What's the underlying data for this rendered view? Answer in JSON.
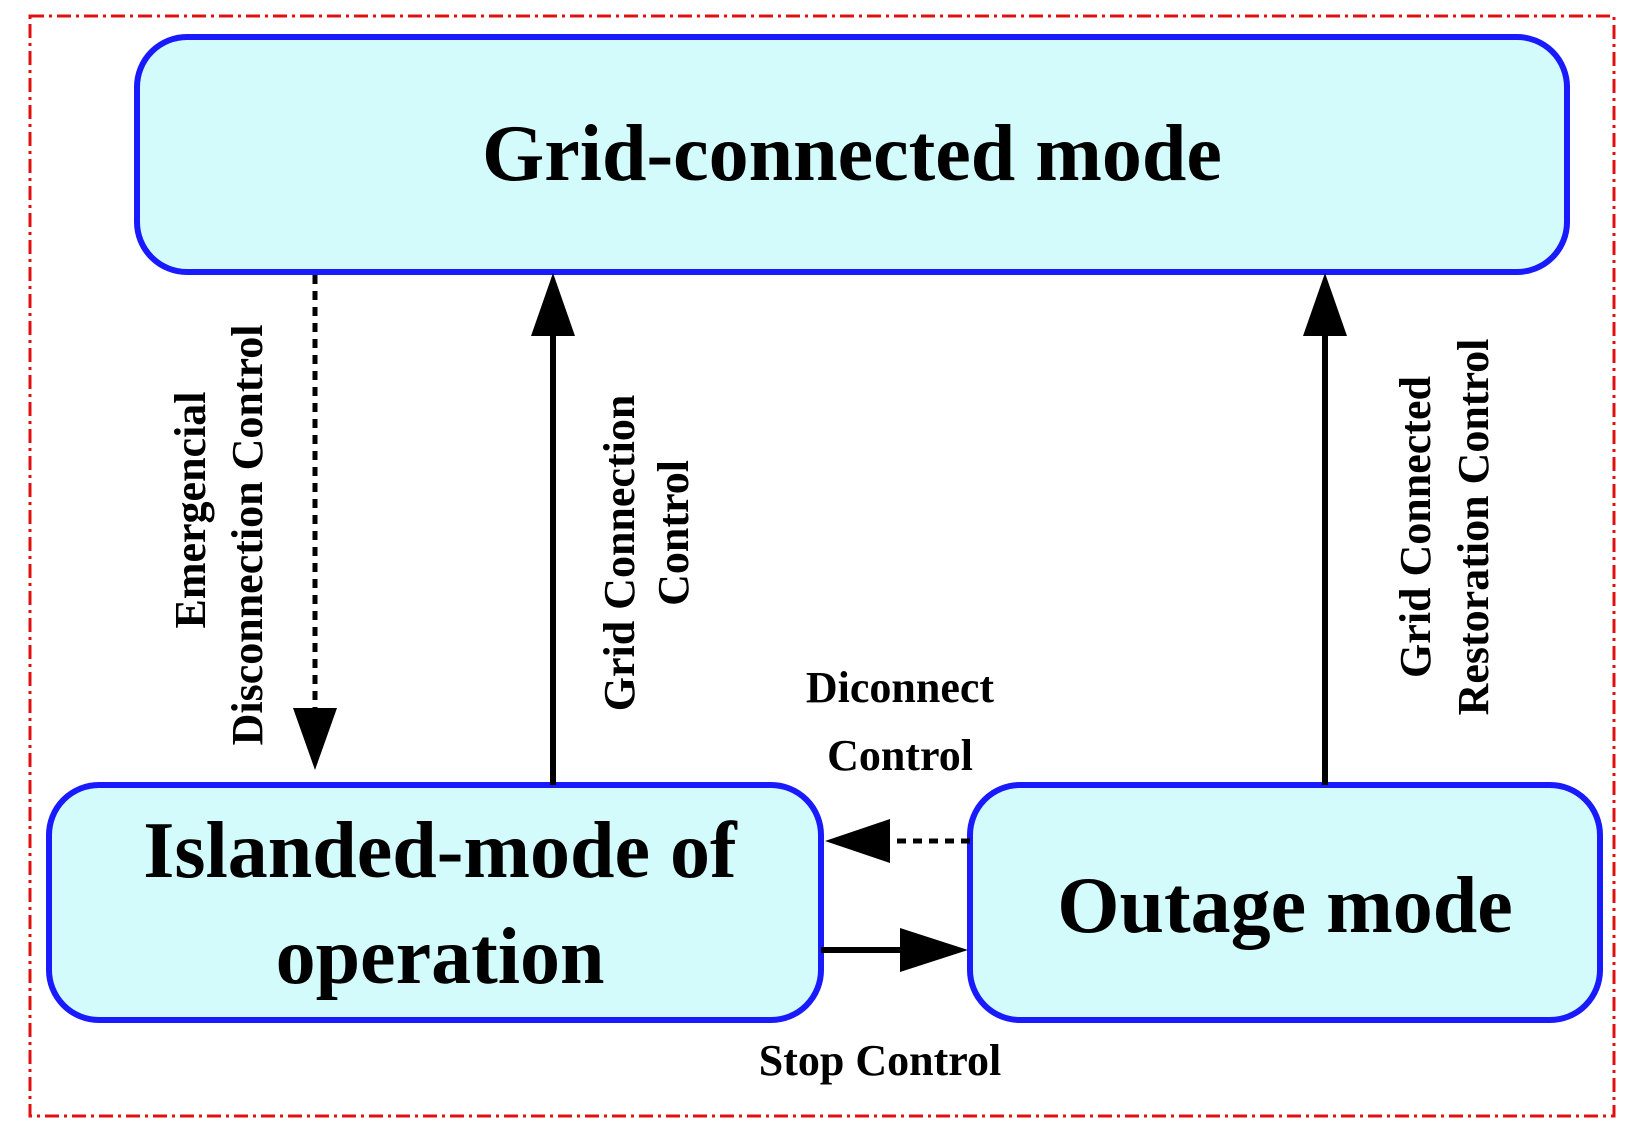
{
  "colors": {
    "box_fill": "#d4fbfb",
    "box_stroke": "#1a1aff",
    "frame": "#e01010",
    "arrow": "#000000"
  },
  "states": {
    "grid_connected": "Grid-connected mode",
    "islanded_line1": "Islanded-mode of",
    "islanded_line2": "operation",
    "outage": "Outage mode"
  },
  "transitions": {
    "emergency_line1": "Emergencial",
    "emergency_line2": "Disconnection Control",
    "grid_connection_line1": "Grid Connection",
    "grid_connection_line2": "Control",
    "restoration_line1": "Grid Connected",
    "restoration_line2": "Restoration Control",
    "disconnect_line1": "Diconnect",
    "disconnect_line2": "Control",
    "stop": "Stop Control"
  }
}
